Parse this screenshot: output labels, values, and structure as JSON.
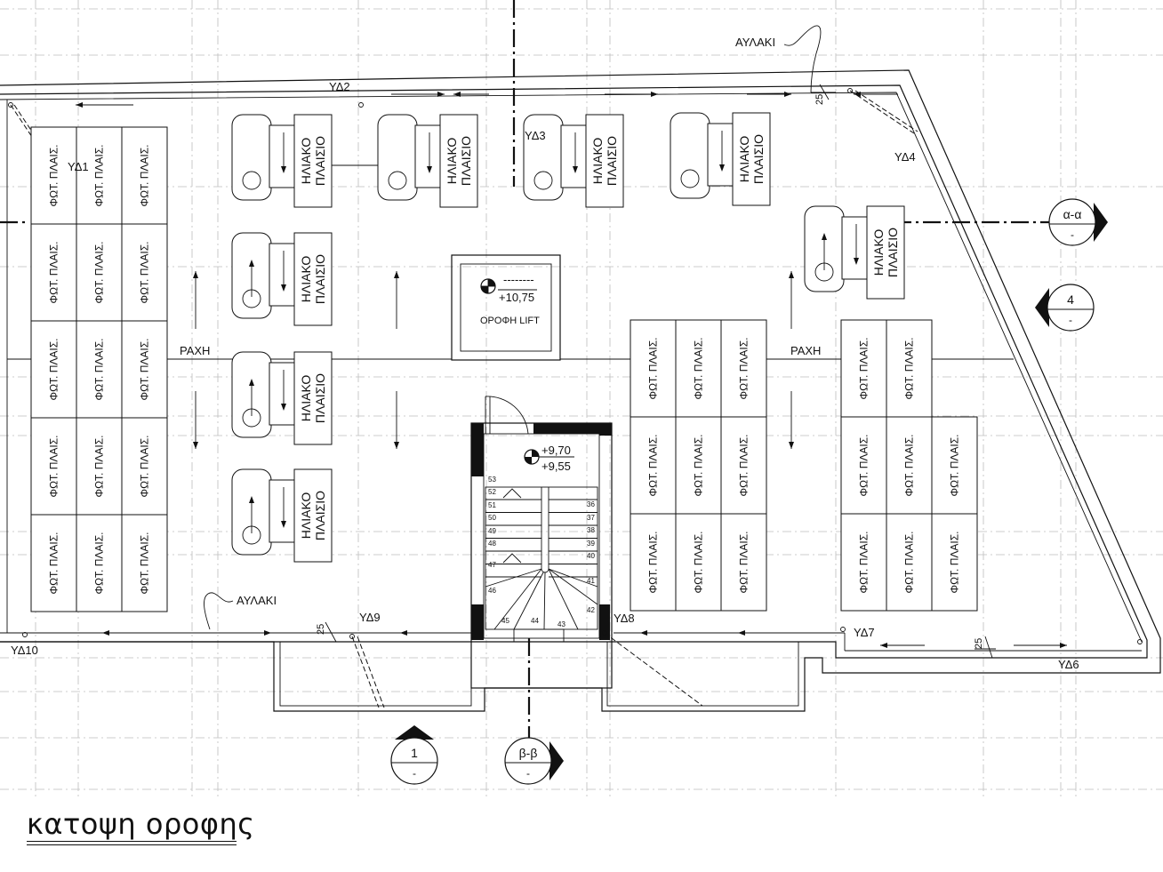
{
  "drawing": {
    "title": "κατοψη οροφης",
    "pv_label": "ΦΩΤ. ΠΛΑΙΣ.",
    "solar_label_line1": "ΗΛΙΑΚΟ",
    "solar_label_line2": "ΠΛΑΙΣΙΟ",
    "ridge_left": "ΡΑΧΗ",
    "ridge_right": "ΡΑΧΗ",
    "gutter_top": "ΑΥΛΑΚΙ",
    "gutter_bottom": "ΑΥΛΑΚΙ",
    "lift_level": "+10,75",
    "lift_level_dashes": "--------",
    "lift_label": "ΟΡΟΦΗ LIFT",
    "stair_level_top": "+9,70",
    "stair_level_bottom": "+9,55",
    "slope_dim": "25",
    "downpipes": [
      "ΥΔ1",
      "ΥΔ2",
      "ΥΔ3",
      "ΥΔ4",
      "ΥΔ6",
      "ΥΔ7",
      "ΥΔ8",
      "ΥΔ9",
      "ΥΔ10"
    ],
    "stair_numbers_left": [
      "53",
      "52",
      "51",
      "50",
      "49",
      "48",
      "47",
      "46",
      "45",
      "44"
    ],
    "stair_numbers_right": [
      "36",
      "37",
      "38",
      "39",
      "40",
      "41",
      "42",
      "43"
    ],
    "section_markers": [
      {
        "top": "α-α",
        "bottom": "-"
      },
      {
        "top": "4",
        "bottom": "-"
      },
      {
        "top": "1",
        "bottom": "-"
      },
      {
        "top": "β-β",
        "bottom": "-"
      }
    ]
  }
}
